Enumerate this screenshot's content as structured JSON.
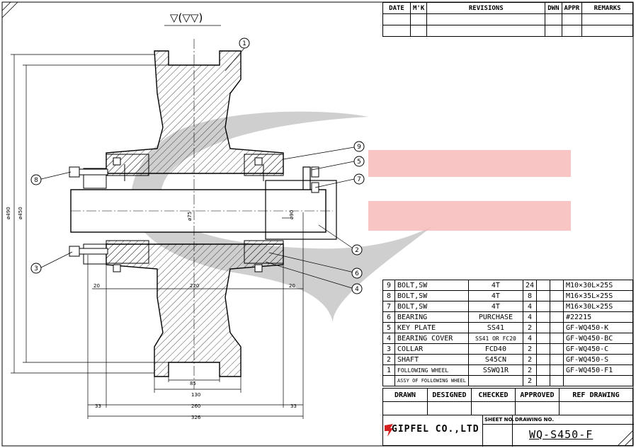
{
  "surface_symbol": "▽(▽▽)",
  "revisions": {
    "headers": [
      "DATE",
      "M'K",
      "REVISIONS",
      "DWN",
      "APPR",
      "REMARKS"
    ]
  },
  "bom": [
    {
      "no": "9",
      "name": "BOLT,SW",
      "material": "4T",
      "qty": "24",
      "ref": "M10×30L×25S"
    },
    {
      "no": "8",
      "name": "BOLT,SW",
      "material": "4T",
      "qty": "8",
      "ref": "M16×35L×25S"
    },
    {
      "no": "7",
      "name": "BOLT,SW",
      "material": "4T",
      "qty": "4",
      "ref": "M16×30L×25S"
    },
    {
      "no": "6",
      "name": "BEARING",
      "material": "PURCHASE",
      "qty": "4",
      "ref": "#22215"
    },
    {
      "no": "5",
      "name": "KEY PLATE",
      "material": "SS41",
      "qty": "2",
      "ref": "GF-WQ450-K"
    },
    {
      "no": "4",
      "name": "BEARING COVER",
      "material": "SS41 OR FC20",
      "qty": "4",
      "ref": "GF-WQ450-BC"
    },
    {
      "no": "3",
      "name": "COLLAR",
      "material": "FCD40",
      "qty": "2",
      "ref": "GF-WQ450-C"
    },
    {
      "no": "2",
      "name": "SHAFT",
      "material": "S45CN",
      "qty": "2",
      "ref": "GF-WQ450-S"
    },
    {
      "no": "1",
      "name": "FOLLOWING WHEEL",
      "material": "SSWQ1R",
      "qty": "2",
      "ref": "GF-WQ450-F1"
    },
    {
      "no": "",
      "name": "ASSY OF FOLLOWING WHEEL",
      "material": "",
      "qty": "2",
      "ref": ""
    }
  ],
  "signoff": {
    "headers": [
      "DRAWN",
      "DESIGNED",
      "CHECKED",
      "APPROVED",
      "REF DRAWING"
    ]
  },
  "title_block": {
    "sheet_label": "SHEET NO.",
    "drawing_label": "DRAWING NO.",
    "company": "GIPFEL CO.,LTD",
    "drawing_no": "WQ-S450-F"
  },
  "dimensions": {
    "d490": "ø490",
    "d450": "ø450",
    "d75": "ø75",
    "d90": "ø90",
    "w20a": "20",
    "w220": "220",
    "w20b": "20",
    "w85": "85",
    "w130": "130",
    "w33a": "33",
    "w260": "260",
    "w33b": "33",
    "w326": "326"
  },
  "balloons": [
    "1",
    "9",
    "5",
    "7",
    "8",
    "2",
    "3",
    "6",
    "4"
  ],
  "colors": {
    "line": "#000000",
    "watermark_gray": "#b4b4b4",
    "watermark_red": "#f4a6a6"
  }
}
